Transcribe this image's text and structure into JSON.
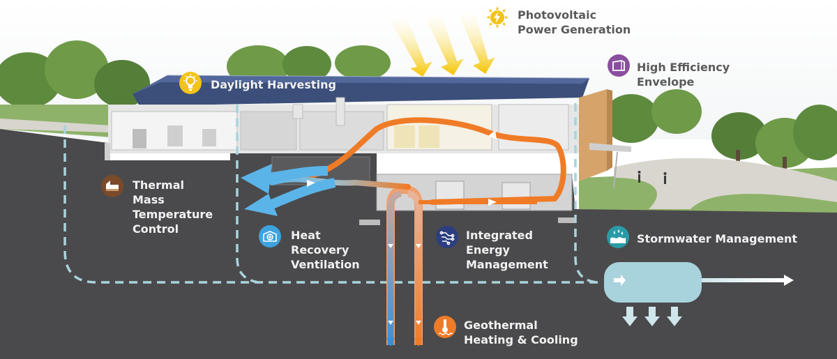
{
  "labels": {
    "photovoltaic": [
      "Photovoltaic",
      "Power Generation"
    ],
    "daylight": [
      "Daylight Harvesting"
    ],
    "envelope": [
      "High Efficiency",
      "Envelope"
    ],
    "thermal": [
      "Thermal",
      "Mass",
      "Temperature",
      "Control"
    ],
    "heat_recovery": [
      "Heat",
      "Recovery",
      "Ventilation"
    ],
    "energy": [
      "Integrated",
      "Energy",
      "Management"
    ],
    "stormwater": [
      "Stormwater Management"
    ],
    "geothermal": [
      "Geothermal",
      "Heating & Cooling"
    ]
  },
  "icons": {
    "photovoltaic": "sun-bolt-icon",
    "daylight": "light-bulb-icon",
    "envelope": "building-envelope-icon",
    "thermal": "thermal-mass-icon",
    "heat_recovery": "heat-recovery-fan-icon",
    "energy": "circuit-icon",
    "stormwater": "water-drops-icon",
    "geothermal": "thermometer-icon"
  },
  "colors": {
    "sun": "#f2c318",
    "bulb": "#f2c318",
    "envelope": "#8a4f9e",
    "thermal": "#7a4a2a",
    "heat_recovery": "#3da3de",
    "energy": "#2c3e80",
    "stormwater": "#2a9ba6",
    "geothermal": "#f07b27",
    "warm_air": "#f07b27",
    "cool_air": "#5bb4e8",
    "ground": "#4a4a4c",
    "pipe_dash": "#a9d3dc",
    "cistern": "#a9d3dc"
  }
}
